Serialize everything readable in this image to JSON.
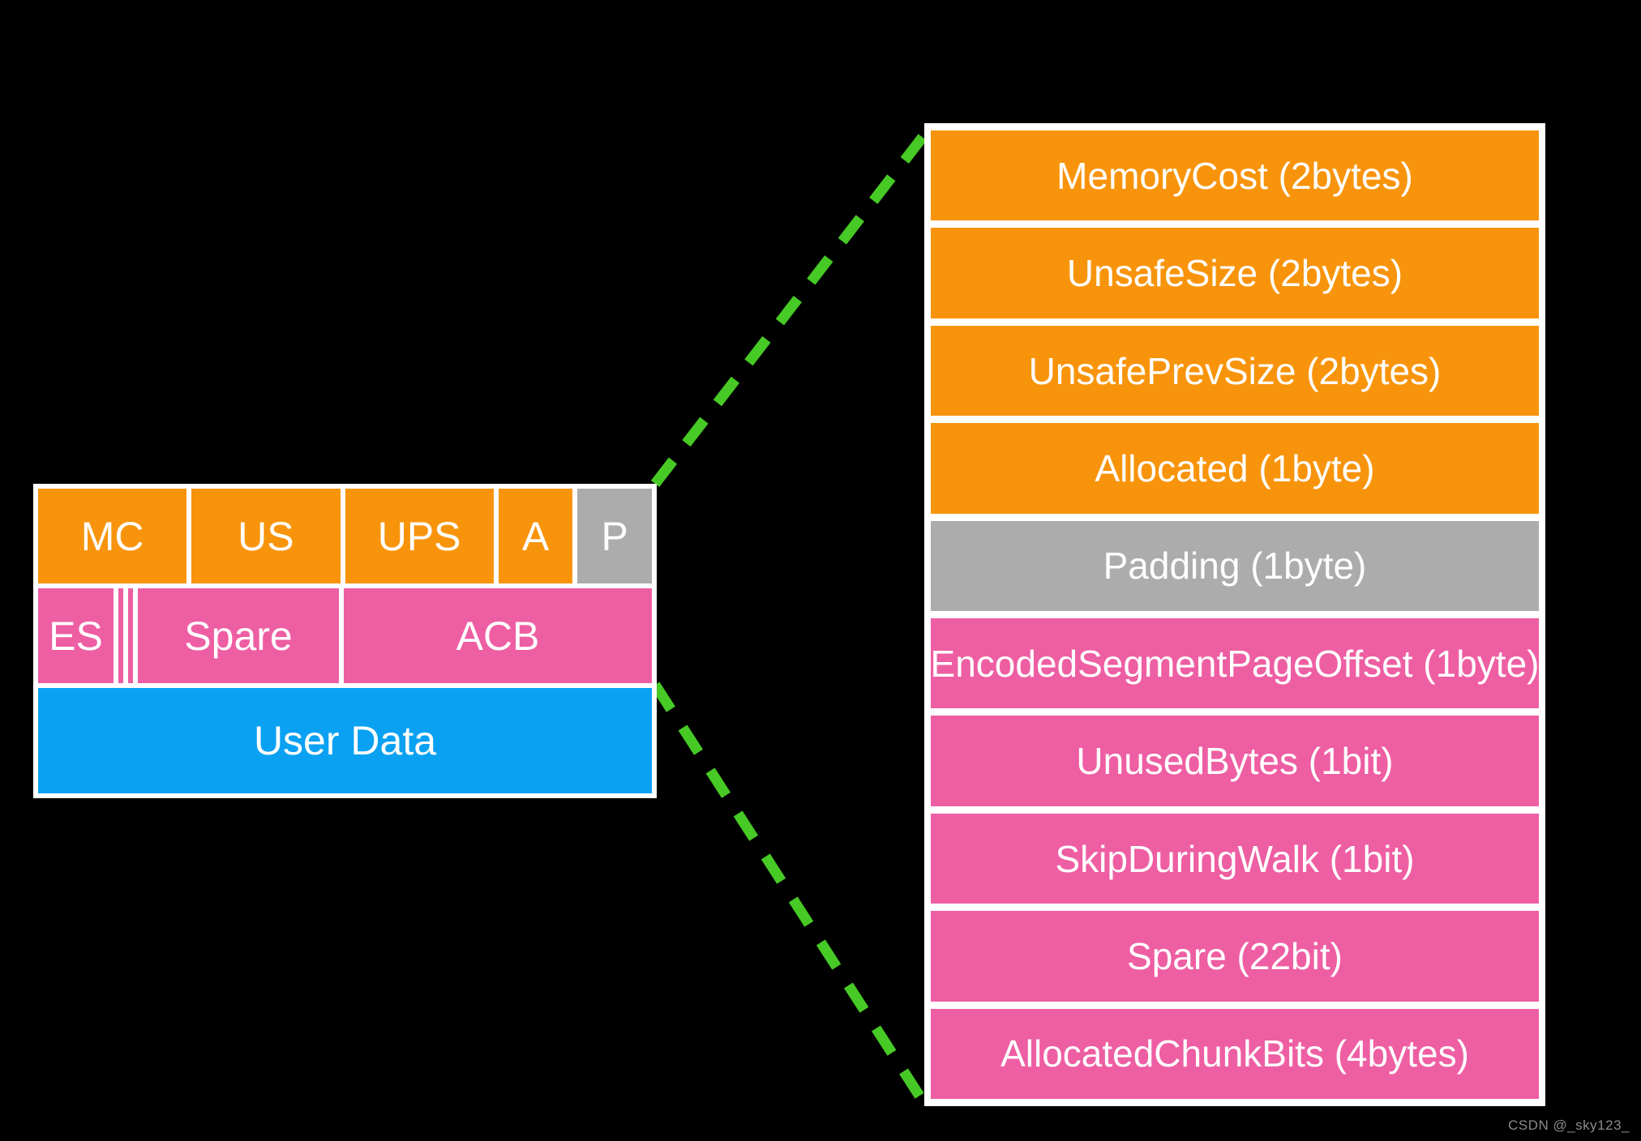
{
  "colors": {
    "background": "#000000",
    "border_white": "#FFFFFF",
    "orange": "#F8940B",
    "pink": "#EE5EA3",
    "blue": "#0AA1F2",
    "gray": "#ACACAC",
    "connector_green": "#47C926",
    "watermark_gray": "#8A8A8A"
  },
  "chunk_overview": {
    "header_cells": [
      {
        "label": "MC",
        "color": "orange"
      },
      {
        "label": "US",
        "color": "orange"
      },
      {
        "label": "UPS",
        "color": "orange"
      },
      {
        "label": "A",
        "color": "orange"
      },
      {
        "label": "P",
        "color": "gray"
      }
    ],
    "flag_cells": [
      {
        "label": "ES",
        "color": "pink"
      },
      {
        "label": "",
        "color": "pink"
      },
      {
        "label": "",
        "color": "pink"
      },
      {
        "label": "Spare",
        "color": "pink"
      },
      {
        "label": "ACB",
        "color": "pink"
      }
    ],
    "data_cell": {
      "label": "User Data",
      "color": "blue"
    }
  },
  "detail_stack": {
    "rows": [
      {
        "label": "MemoryCost (2bytes)",
        "color": "orange"
      },
      {
        "label": "UnsafeSize (2bytes)",
        "color": "orange"
      },
      {
        "label": "UnsafePrevSize (2bytes)",
        "color": "orange"
      },
      {
        "label": "Allocated (1byte)",
        "color": "orange"
      },
      {
        "label": "Padding (1byte)",
        "color": "gray"
      },
      {
        "label": "EncodedSegmentPageOffset (1byte)",
        "color": "pink"
      },
      {
        "label": "UnusedBytes (1bit)",
        "color": "pink"
      },
      {
        "label": "SkipDuringWalk (1bit)",
        "color": "pink"
      },
      {
        "label": "Spare (22bit)",
        "color": "pink"
      },
      {
        "label": "AllocatedChunkBits (4bytes)",
        "color": "pink"
      }
    ]
  },
  "watermark": {
    "label": "CSDN @_sky123_"
  }
}
